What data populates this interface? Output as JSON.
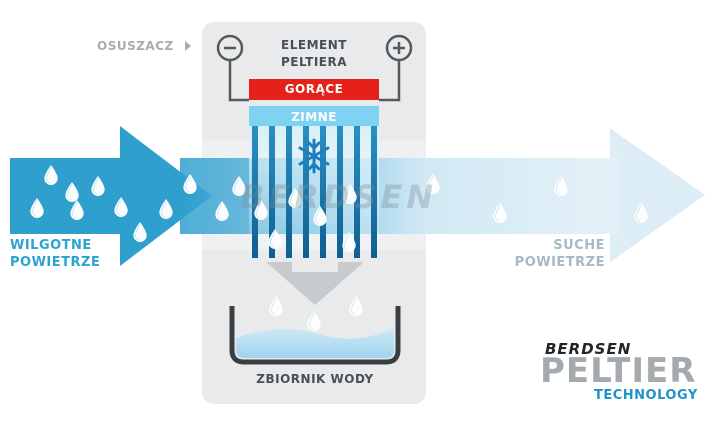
{
  "labels": {
    "dehumidifier": "OSUSZACZ",
    "element_line1": "ELEMENT",
    "element_line2": "PELTIERA",
    "hot": "GORĄCE",
    "cold": "ZIMNE",
    "humid_line1": "WILGOTNE",
    "humid_line2": "POWIETRZE",
    "dry_line1": "SUCHE",
    "dry_line2": "POWIETRZE",
    "tank": "ZBIORNIK WODY"
  },
  "logo": {
    "brand": "BERDSEN",
    "product": "PELTIER",
    "tagline": "TECHNOLOGY"
  },
  "watermark": "BERDSEN",
  "terminals": {
    "minus": "−",
    "plus": "+"
  },
  "colors": {
    "hot": "#e52119",
    "cold": "#7fd3f2",
    "humid_arrow": "#2f9fce",
    "dry_arrow": "#d9ecf5",
    "panel": "#e9eaeb",
    "accent_text": "#29a3d2"
  }
}
